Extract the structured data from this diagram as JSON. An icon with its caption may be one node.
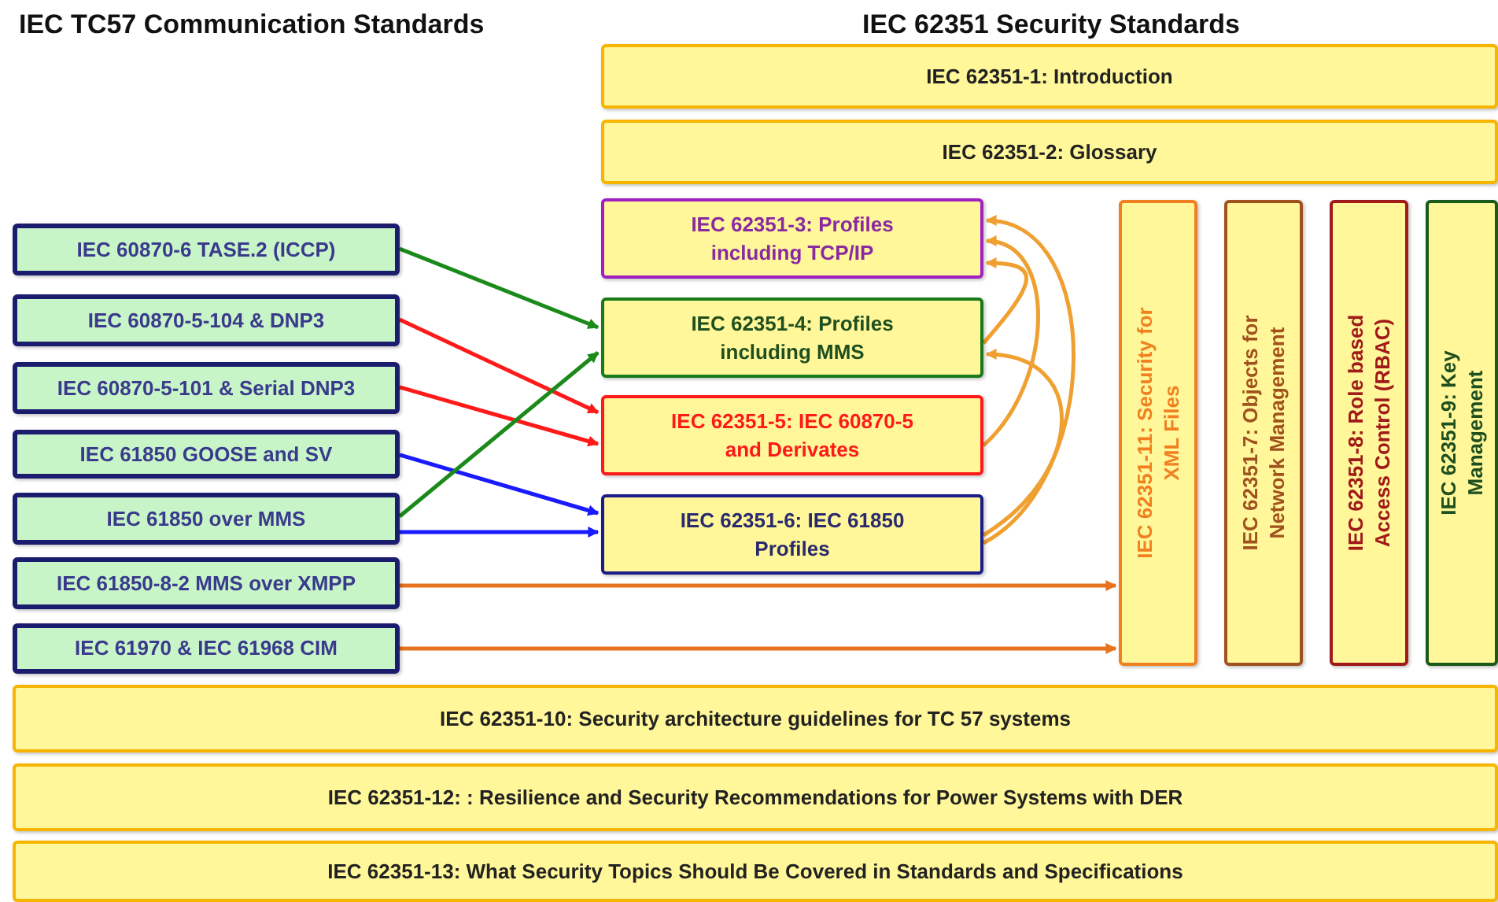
{
  "diagram": {
    "nodes": [
      {
        "text": [
          "IEC 62351-1: Introduction"
        ]
      },
      {
        "text": [
          "IEC 62351-2: Glossary"
        ]
      },
      {
        "text": [
          "IEC 60870-6 TASE.2 (ICCP)"
        ]
      },
      {
        "text": [
          "IEC 60870-5-104 & DNP3"
        ]
      },
      {
        "text": [
          "IEC 60870-5-101 & Serial DNP3"
        ]
      },
      {
        "text": [
          "IEC 61850 GOOSE and SV"
        ]
      },
      {
        "text": [
          "IEC 61850 over MMS"
        ]
      },
      {
        "text": [
          "IEC 61850-8-2 MMS over XMPP"
        ]
      },
      {
        "text": [
          "IEC 61970 & IEC 61968 CIM"
        ]
      },
      {
        "text": [
          "IEC 62351-3: Profiles including TCP/IP"
        ]
      },
      {
        "text": [
          "IEC 62351-4: Profiles including MMS"
        ]
      },
      {
        "text": [
          "IEC 62351-5: IEC 60870-5 and Derivates"
        ]
      },
      {
        "text": [
          "IEC 62351-6: IEC 61850 Profiles"
        ]
      },
      {
        "text": [
          "IEC 62351-11: Security for XML Files"
        ]
      },
      {
        "text": [
          "IEC 62351-7: Objects for Network Management"
        ]
      },
      {
        "text": [
          "IEC 62351-8: Role based Access Control (RBAC)"
        ]
      },
      {
        "text": [
          "IEC 62351-9: Key Management"
        ]
      },
      {
        "text": [
          "IEC 62351-10: Security architecture guidelines for TC 57 systems"
        ]
      },
      {
        "text": [
          "IEC 62351-12: : Resilience and Security Recommendations for Power Systems with DER"
        ]
      },
      {
        "text": [
          "IEC 62351-13: What Security Topics Should Be Covered in Standards and Specifications"
        ]
      }
    ],
    "edges": [
      {
        "from": 2,
        "to": 10,
        "arrow": "to",
        "color": "#1a8a1a"
      },
      {
        "from": 3,
        "to": 11,
        "arrow": "to",
        "color": "#ff1a1a"
      },
      {
        "from": 4,
        "to": 11,
        "arrow": "to",
        "color": "#ff1a1a"
      },
      {
        "from": 5,
        "to": 12,
        "arrow": "to",
        "color": "#1a1aff"
      },
      {
        "from": 6,
        "to": 10,
        "arrow": "to",
        "color": "#1a8a1a"
      },
      {
        "from": 6,
        "to": 12,
        "arrow": "to",
        "color": "#1a1aff"
      },
      {
        "from": 7,
        "to": 13,
        "arrow": "to",
        "color": "#e8731e"
      },
      {
        "from": 8,
        "to": 13,
        "arrow": "to",
        "color": "#e8731e"
      },
      {
        "from": 10,
        "to": 9,
        "arrow": "to"
      },
      {
        "from": 11,
        "to": 9,
        "arrow": "to"
      },
      {
        "from": 12,
        "to": 9,
        "arrow": "to"
      },
      {
        "from": 12,
        "to": 10,
        "arrow": "to"
      }
    ],
    "labels": [
      "IEC TC57 Communication Standards",
      "IEC 62351 Security Standards"
    ]
  }
}
